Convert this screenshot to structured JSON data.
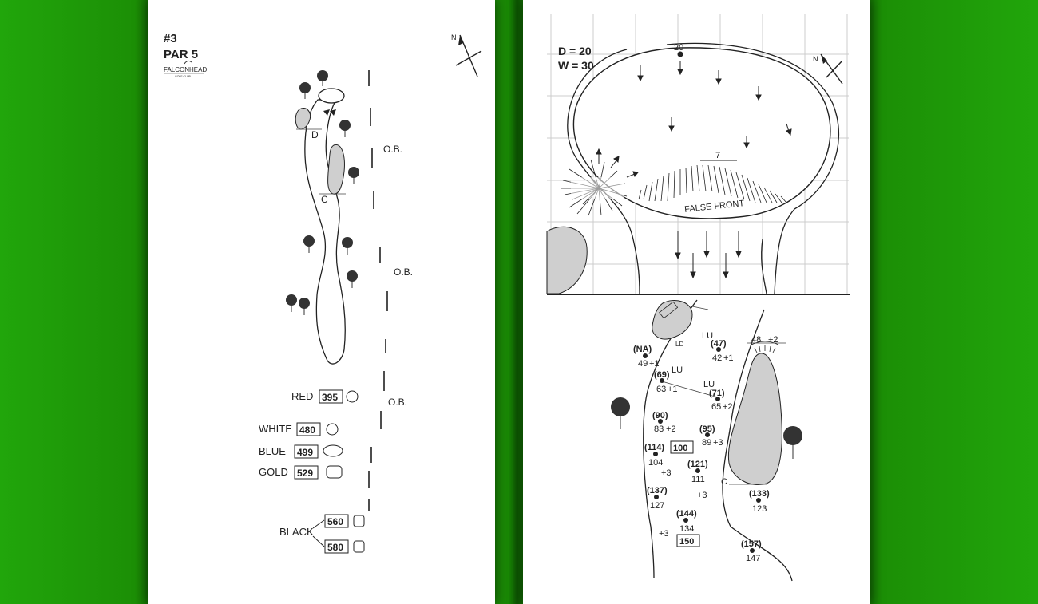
{
  "hole": {
    "number": "#3",
    "par": "PAR 5",
    "club_logo": "FALCONHEAD",
    "club_logo_sub": "GOLF CLUB"
  },
  "compass": {
    "north_label": "N"
  },
  "layout_map": {
    "ob_labels": [
      "O.B.",
      "O.B.",
      "O.B."
    ],
    "marker_d": "D",
    "marker_c": "C",
    "tees": [
      {
        "name": "RED",
        "yards": "395"
      },
      {
        "name": "WHITE",
        "yards": "480"
      },
      {
        "name": "BLUE",
        "yards": "499"
      },
      {
        "name": "GOLD",
        "yards": "529"
      }
    ],
    "black_tees": {
      "name": "BLACK",
      "yards": [
        "560",
        "580"
      ]
    }
  },
  "green": {
    "depth_label": "D  = 20",
    "width_label": "W = 30",
    "top_number": "20",
    "ridge_number": "7",
    "false_front_label": "FALSE FRONT"
  },
  "yardage": {
    "points": [
      {
        "label": "(NA)",
        "sub": "49",
        "plus": "+1"
      },
      {
        "label": "(47)",
        "sub": "42",
        "plus": "+1"
      },
      {
        "label": "(69)",
        "sub": "63",
        "plus": "+1"
      },
      {
        "label": "(71)",
        "sub": "65",
        "plus": "+2"
      },
      {
        "label": "(90)",
        "sub": "83",
        "plus": "+2"
      },
      {
        "label": "(95)",
        "sub": "89",
        "plus": "+3"
      },
      {
        "label": "(114)",
        "sub": "104",
        "plus": "+3"
      },
      {
        "label": "(121)",
        "sub": "111",
        "plus": "+3"
      },
      {
        "label": "(137)",
        "sub": "127",
        "plus": ""
      },
      {
        "label": "(144)",
        "sub": "134",
        "plus": "+3"
      },
      {
        "label": "(133)",
        "sub": "123",
        "plus": ""
      },
      {
        "label": "(157)",
        "sub": "147",
        "plus": ""
      }
    ],
    "boxed": [
      "100",
      "150"
    ],
    "lu_labels": [
      "LU",
      "LU",
      "LU"
    ],
    "ld_label": "LD",
    "bunker_top": "48",
    "bunker_top_plus": "+2",
    "marker_c": "C"
  },
  "colors": {
    "background": "#1a8806",
    "page": "#ffffff",
    "bunker": "#cfcfcf",
    "grid": "#cccccc",
    "line": "#222222"
  }
}
